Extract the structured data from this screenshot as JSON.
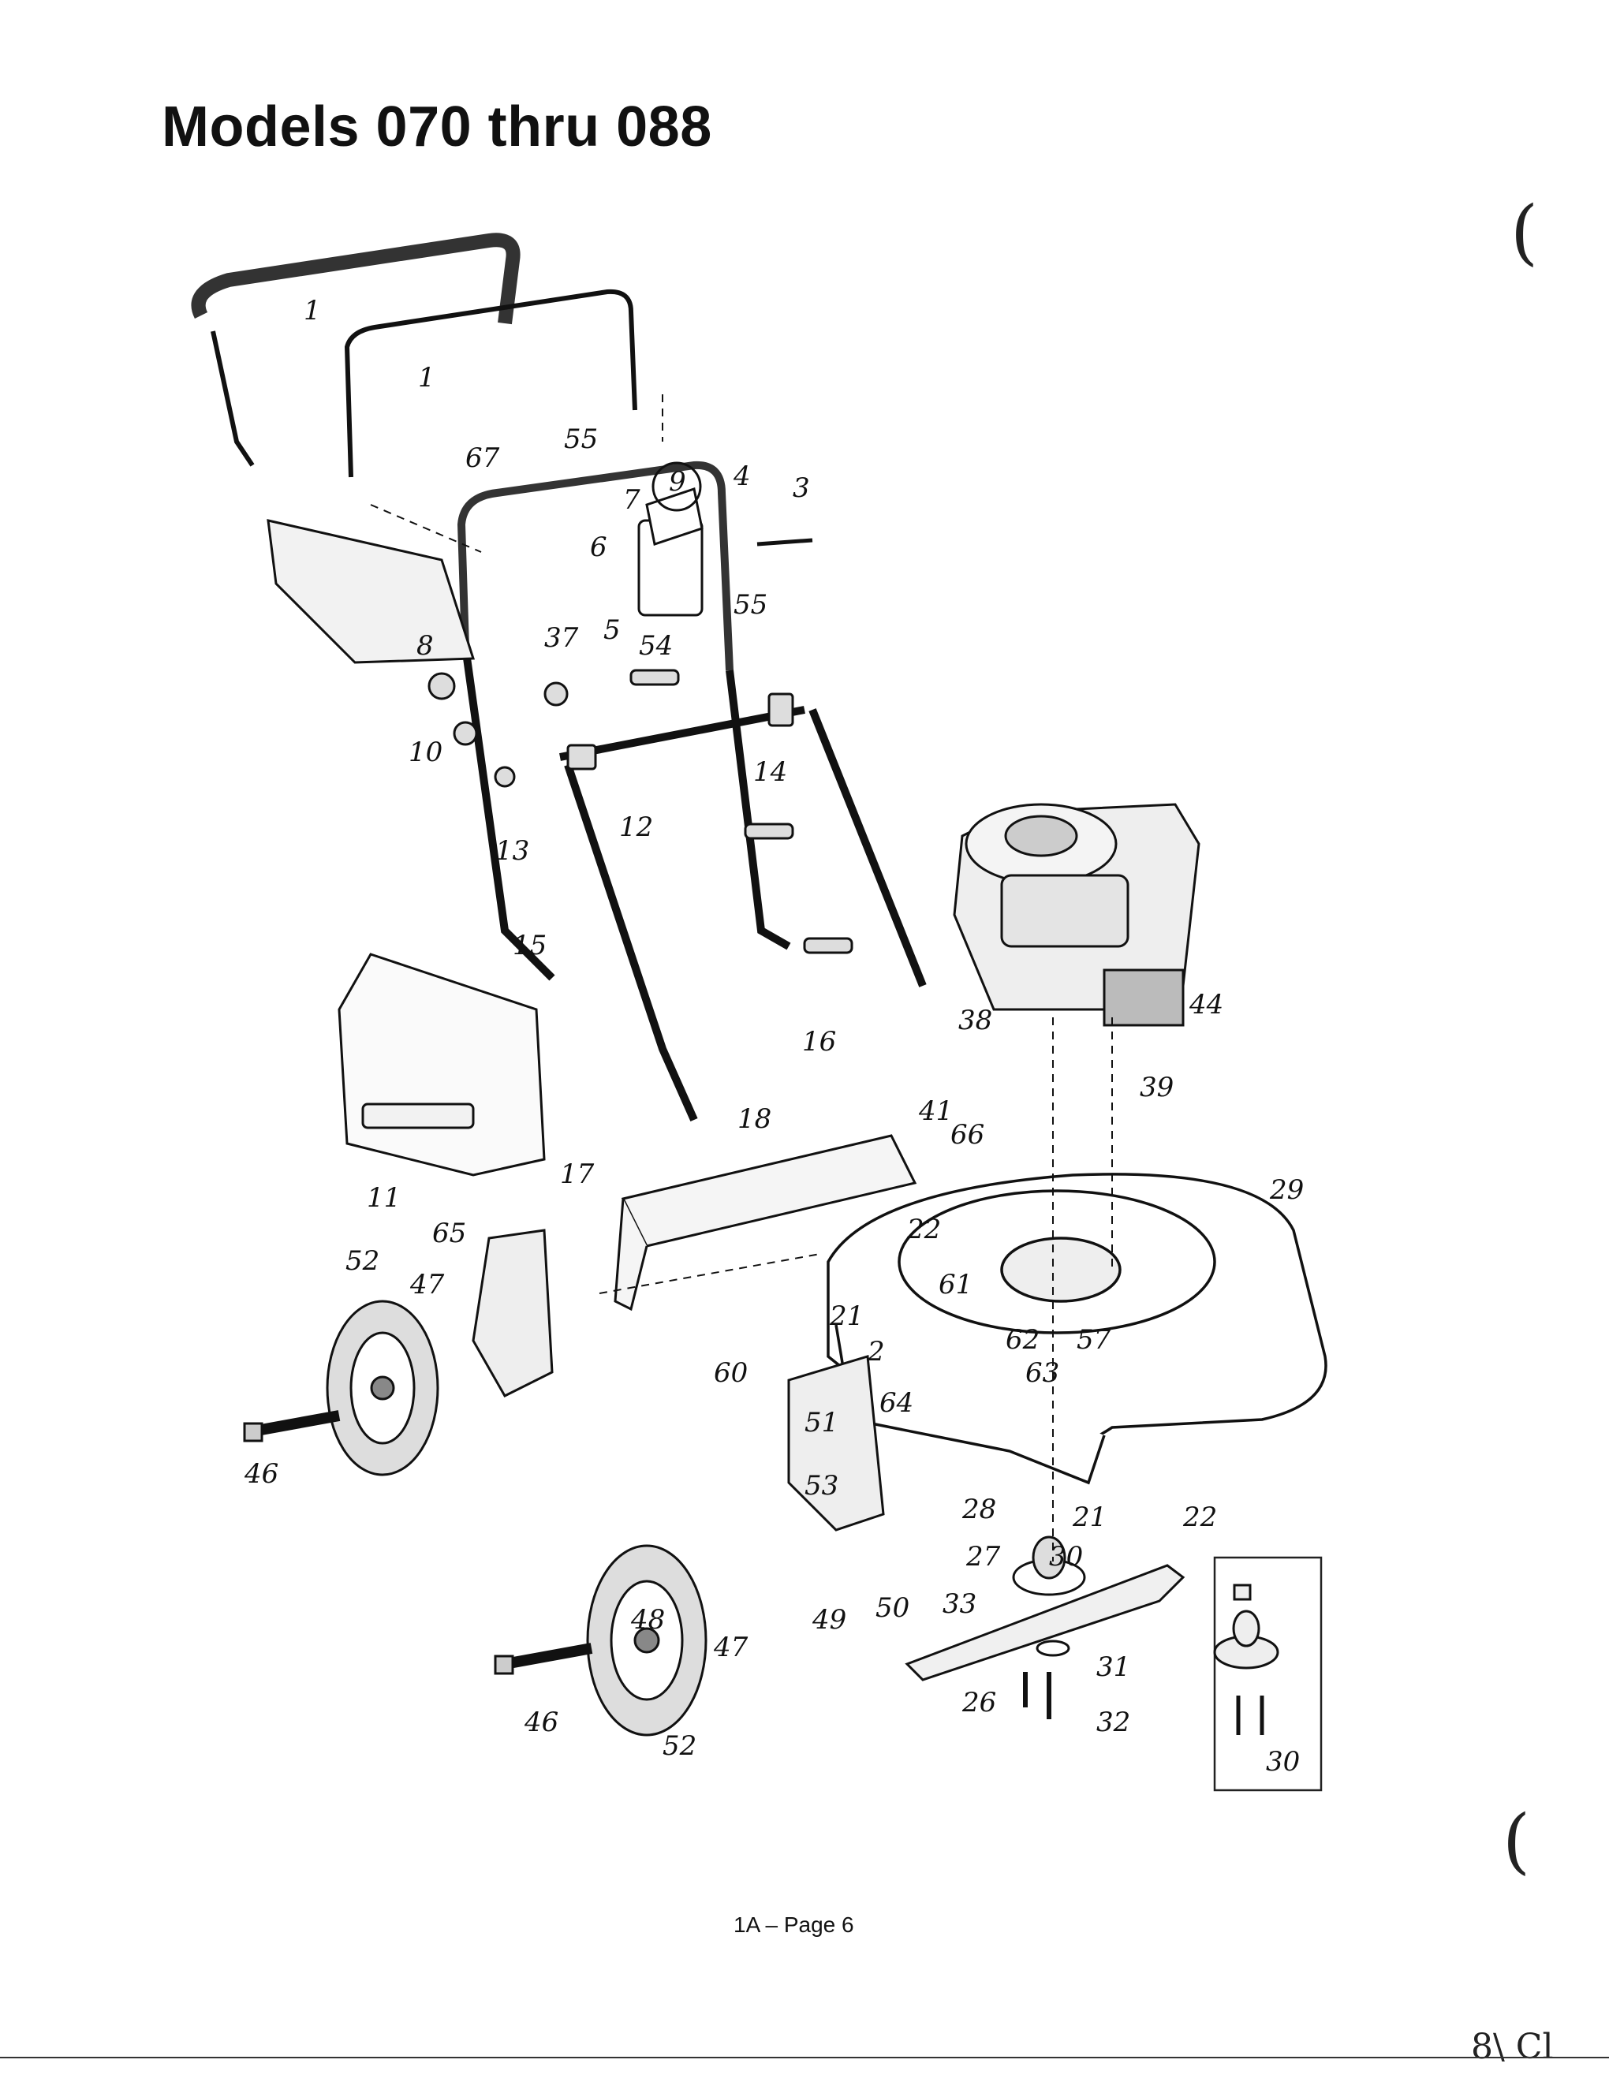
{
  "title": "Models 070 thru 088",
  "footer": "1A – Page 6",
  "corner_mark": "8\\ Cl",
  "callouts": {
    "c1a": "1",
    "c1b": "1",
    "c2": "2",
    "c3": "3",
    "c4": "4",
    "c5": "5",
    "c6": "6",
    "c7": "7",
    "c8": "8",
    "c9": "9",
    "c10": "10",
    "c11": "11",
    "c12": "12",
    "c13": "13",
    "c14": "14",
    "c15": "15",
    "c16": "16",
    "c17": "17",
    "c18": "18",
    "c21a": "21",
    "c21b": "21",
    "c22a": "22",
    "c22b": "22",
    "c26": "26",
    "c27": "27",
    "c28": "28",
    "c29": "29",
    "c30a": "30",
    "c30b": "30",
    "c31": "31",
    "c32": "32",
    "c33": "33",
    "c37": "37",
    "c38": "38",
    "c39": "39",
    "c41": "41",
    "c44": "44",
    "c46a": "46",
    "c46b": "46",
    "c47a": "47",
    "c47b": "47",
    "c48": "48",
    "c49": "49",
    "c50": "50",
    "c51": "51",
    "c52a": "52",
    "c52b": "52",
    "c53": "53",
    "c54": "54",
    "c55a": "55",
    "c55b": "55",
    "c57": "57",
    "c60": "60",
    "c61": "61",
    "c62": "62",
    "c63": "63",
    "c64": "64",
    "c65": "65",
    "c66": "66",
    "c67": "67"
  },
  "icons": {
    "handle": "upper-handle-icon",
    "engine": "engine-icon",
    "deck": "mower-deck-icon",
    "wheel": "wheel-icon",
    "blade": "blade-icon",
    "bag": "grass-catcher-icon"
  }
}
